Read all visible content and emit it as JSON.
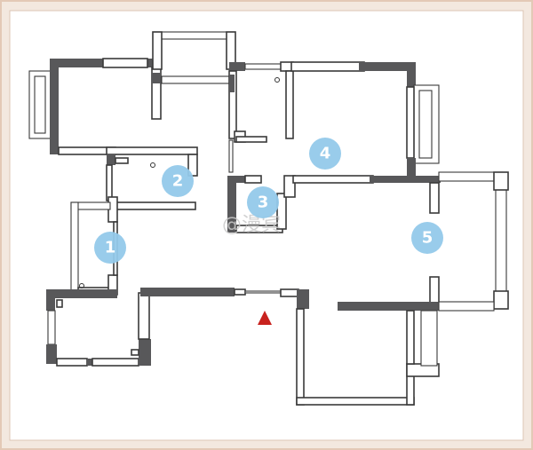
{
  "plan": {
    "markers": [
      {
        "id": "1",
        "label": "1"
      },
      {
        "id": "2",
        "label": "2"
      },
      {
        "id": "3",
        "label": "3"
      },
      {
        "id": "4",
        "label": "4"
      },
      {
        "id": "5",
        "label": "5"
      }
    ],
    "watermark": "@漫宾",
    "colors": {
      "background": "#f3e8df",
      "frame_border": "#e3c9b6",
      "wall": "#58585a",
      "marker": "#93c9ea",
      "entrance": "#c8221e"
    }
  }
}
